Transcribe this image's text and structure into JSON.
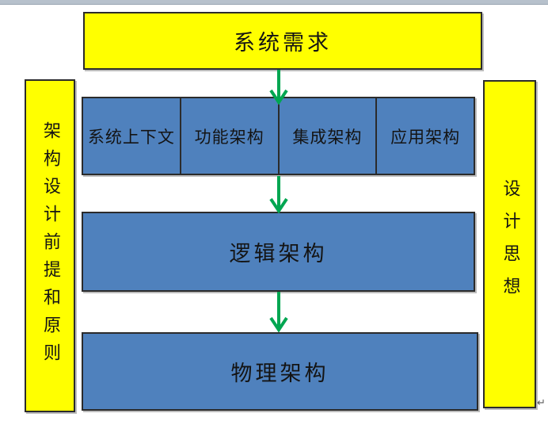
{
  "colors": {
    "box_yellow": "#ffff00",
    "box_blue": "#4f81bd",
    "box_border": "#2b2b2b",
    "arrow_green": "#00a651",
    "top_strip": "#b7c1cc",
    "text": "#141414"
  },
  "diagram": {
    "title_box": {
      "label": "系统需求"
    },
    "left_bar": {
      "label": "架构设计前提和原则"
    },
    "right_bar": {
      "label": "设计思想"
    },
    "row_cells": [
      {
        "label": "系统上下文"
      },
      {
        "label": "功能架构"
      },
      {
        "label": "集成架构"
      },
      {
        "label": "应用架构"
      }
    ],
    "logical_box": {
      "label": "逻辑架构"
    },
    "physical_box": {
      "label": "物理架构"
    },
    "return_mark": "↵"
  }
}
